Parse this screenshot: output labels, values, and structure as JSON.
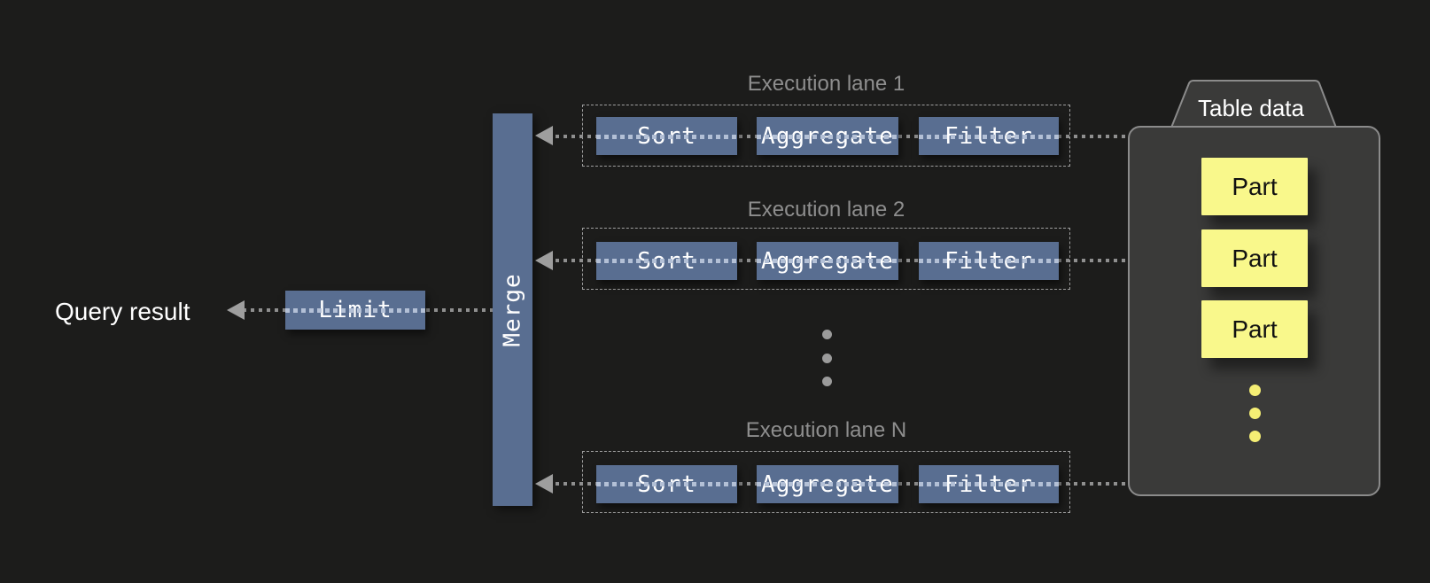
{
  "diagram": {
    "query_result_label": "Query result",
    "limit_label": "Limit",
    "merge_label": "Merge",
    "lanes": [
      {
        "title": "Execution lane 1",
        "boxes": [
          "Sort",
          "Aggregate",
          "Filter"
        ]
      },
      {
        "title": "Execution lane 2",
        "boxes": [
          "Sort",
          "Aggregate",
          "Filter"
        ]
      },
      {
        "title": "Execution lane N",
        "boxes": [
          "Sort",
          "Aggregate",
          "Filter"
        ]
      }
    ],
    "table_data": {
      "title": "Table data",
      "parts": [
        "Part",
        "Part",
        "Part"
      ]
    },
    "colors": {
      "background": "#1c1c1b",
      "operator_blue": "#596e91",
      "part_yellow": "#f9f88b",
      "container_gray": "#3a3a39",
      "line_gray": "#8f8f8f",
      "line_light_blue": "#b3c0d6",
      "yellow_dot": "#f5ee74"
    }
  }
}
